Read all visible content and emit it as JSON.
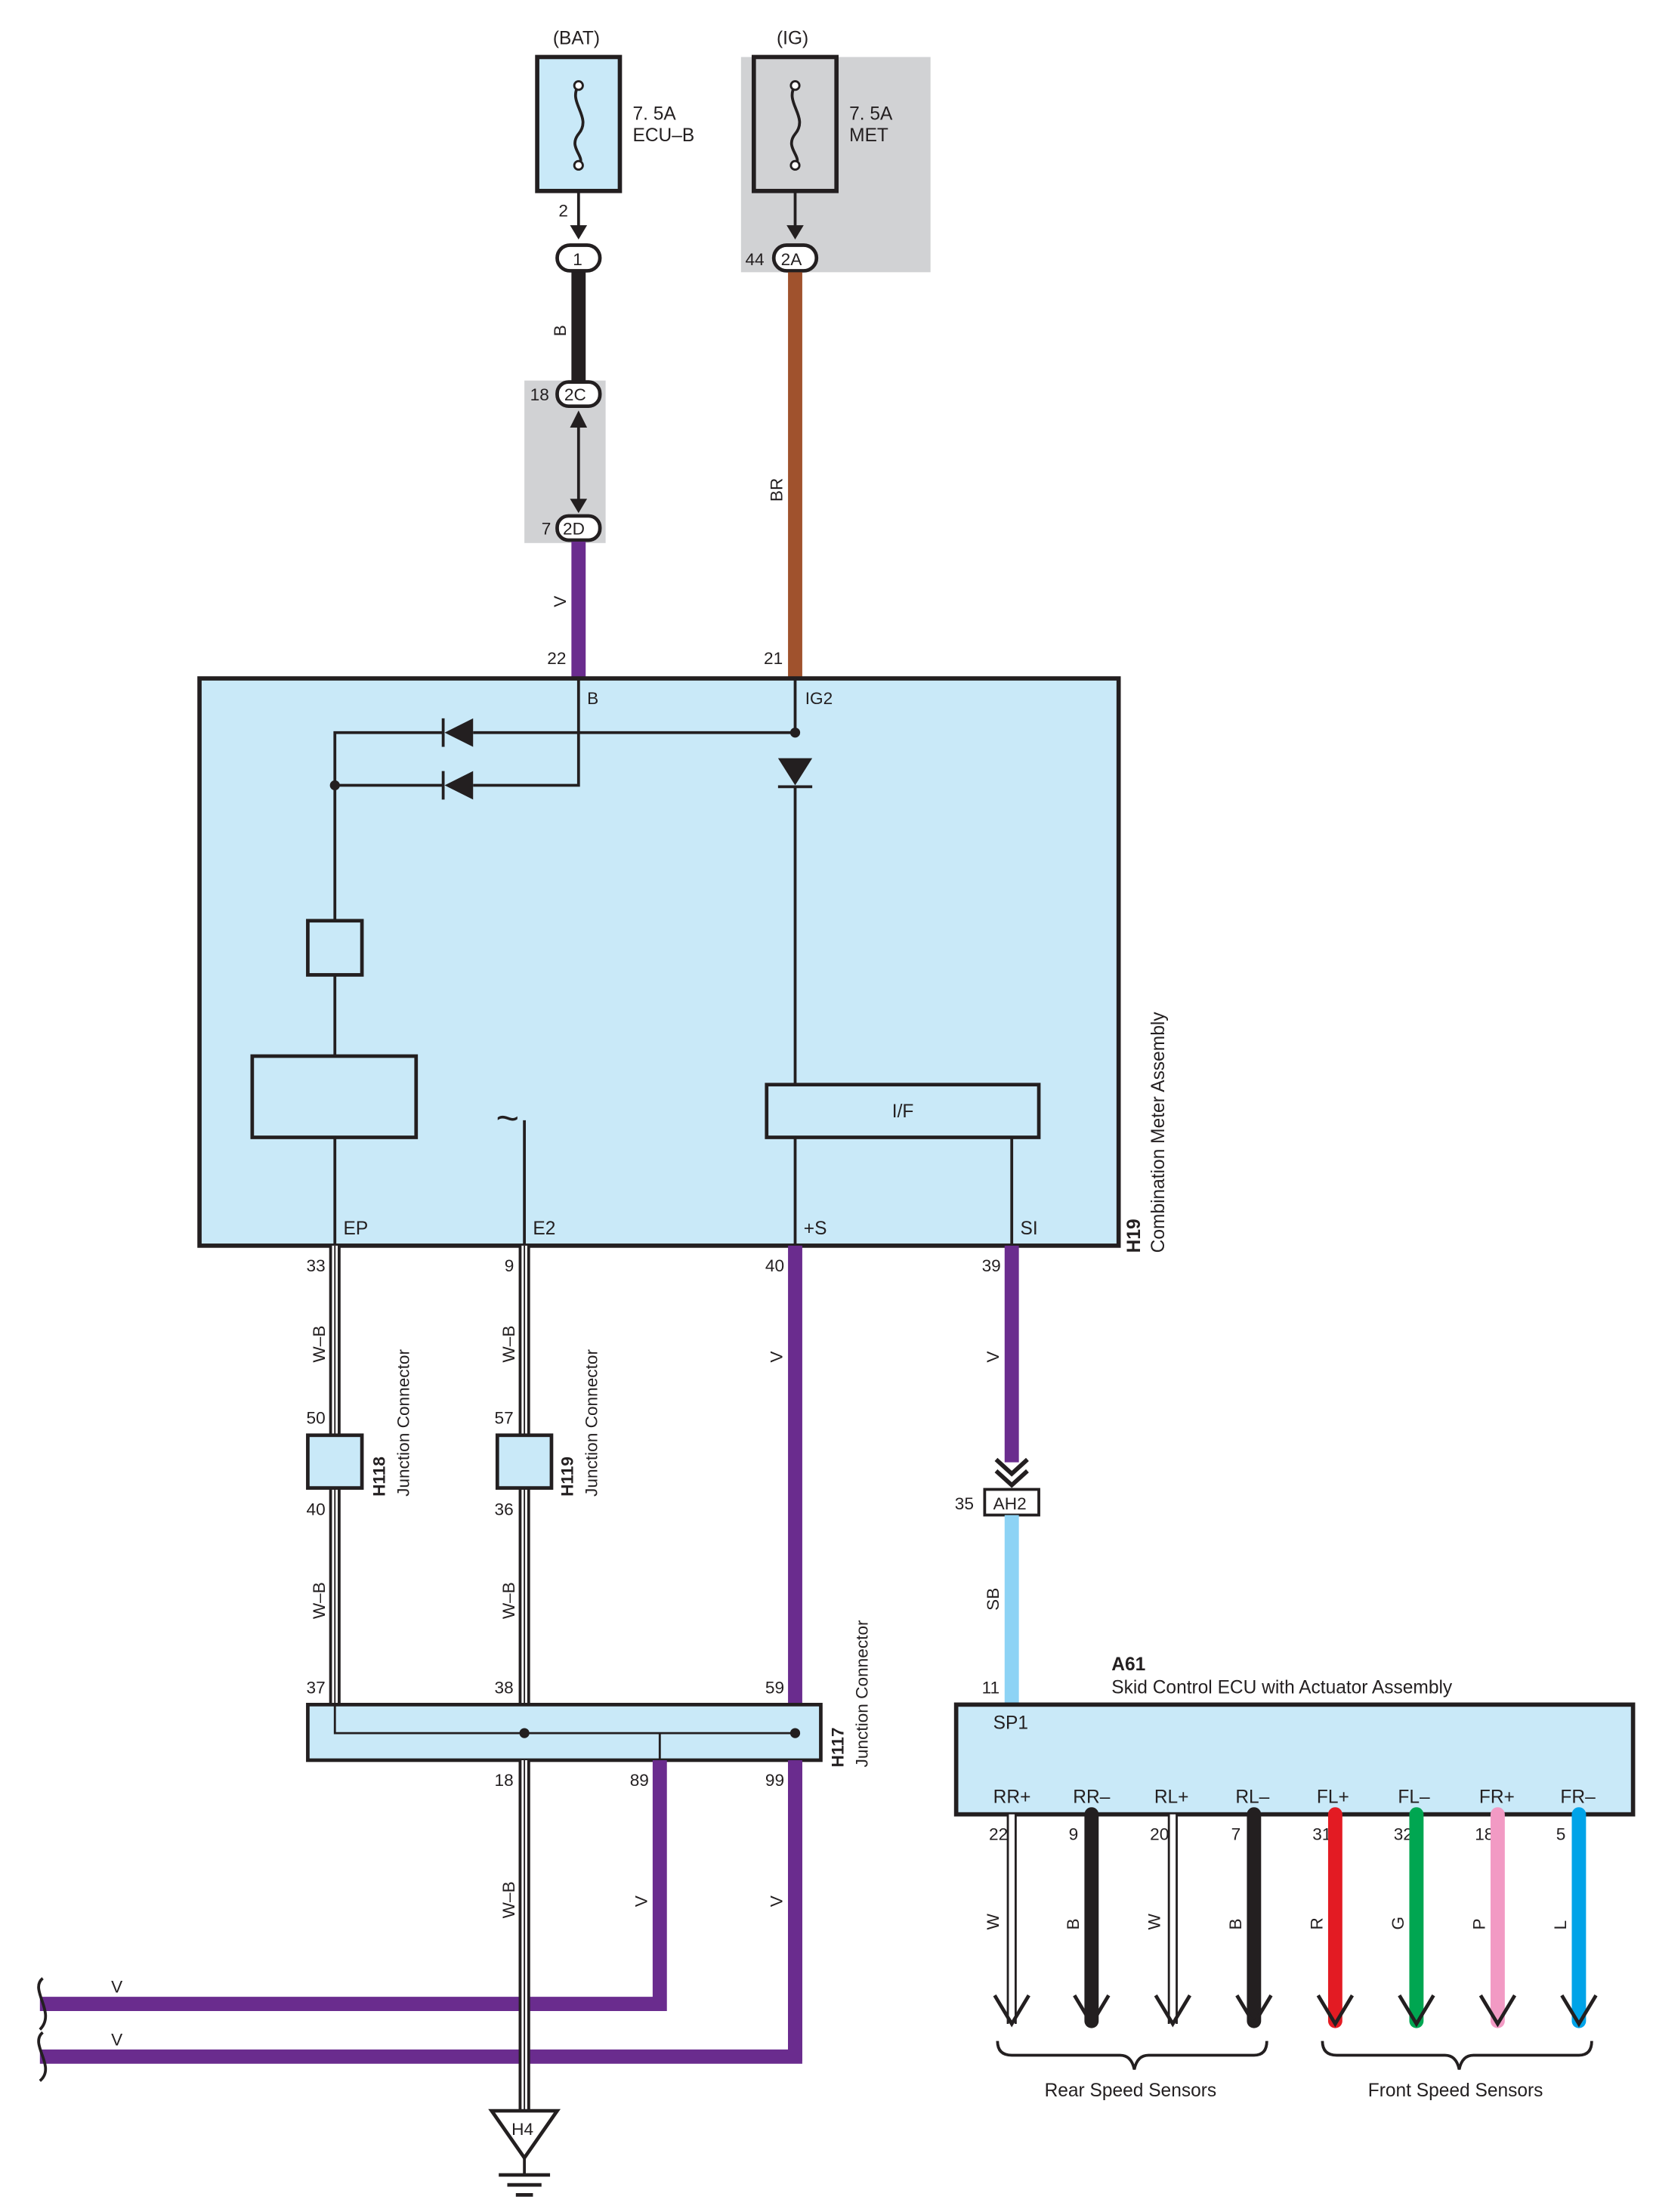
{
  "colors": {
    "module_fill": "#c9e9f8",
    "gray_box": "#d1d2d4",
    "wire_B": "#231f20",
    "wire_V": "#6a2c8e",
    "wire_BR": "#a0522d",
    "wire_SB": "#8dd3f5",
    "wire_R": "#e31b23",
    "wire_G": "#00a651",
    "wire_P": "#f29ac4",
    "wire_L": "#00a3e8",
    "wire_W": "#ffffff"
  },
  "fuses": {
    "bat": {
      "source": "(BAT)",
      "rating": "7. 5A",
      "name": "ECU–B",
      "pin": "2"
    },
    "ig": {
      "source": "(IG)",
      "rating": "7. 5A",
      "name": "MET",
      "pin": "44",
      "connector": "2A"
    }
  },
  "connectors": {
    "c1": "1",
    "c2c": {
      "label": "2C",
      "pin": "18"
    },
    "c2d": {
      "label": "2D",
      "pin": "7"
    },
    "ah2": {
      "label": "AH2",
      "pin": "35"
    },
    "h4": "H4"
  },
  "wire_labels": {
    "b1": "B",
    "br": "BR",
    "v1": "V",
    "wb1": "W–B",
    "wb2": "W–B",
    "v2": "V",
    "v3": "V",
    "wb3": "W–B",
    "wb4": "W–B",
    "sb": "SB",
    "wb5": "W–B",
    "v4": "V",
    "v5": "V",
    "v6": "V",
    "v7": "V"
  },
  "combination_meter": {
    "code": "H19",
    "name": "Combination Meter Assembly",
    "pin_b": "22",
    "term_b": "B",
    "pin_ig2": "21",
    "term_ig2": "IG2",
    "term_ep": "EP",
    "pin_ep": "33",
    "term_e2": "E2",
    "pin_e2": "9",
    "term_s": "+S",
    "pin_s": "40",
    "term_si": "SI",
    "pin_si": "39",
    "if_label": "I/F",
    "tilde": "~"
  },
  "junction_h118": {
    "code": "H118",
    "name": "Junction Connector",
    "pin_in": "50",
    "pin_out": "40"
  },
  "junction_h119": {
    "code": "H119",
    "name": "Junction Connector",
    "pin_in": "57",
    "pin_out": "36"
  },
  "junction_h117": {
    "code": "H117",
    "name": "Junction Connector",
    "pin_37": "37",
    "pin_38": "38",
    "pin_59": "59",
    "pin_18": "18",
    "pin_89": "89",
    "pin_99": "99"
  },
  "skid_ecu": {
    "code": "A61",
    "name": "Skid Control ECU with Actuator Assembly",
    "pin_sp1": "11",
    "term_sp1": "SP1",
    "terminals": [
      {
        "term": "RR+",
        "pin": "22",
        "wire": "W"
      },
      {
        "term": "RR–",
        "pin": "9",
        "wire": "B"
      },
      {
        "term": "RL+",
        "pin": "20",
        "wire": "W"
      },
      {
        "term": "RL–",
        "pin": "7",
        "wire": "B"
      },
      {
        "term": "FL+",
        "pin": "31",
        "wire": "R"
      },
      {
        "term": "FL–",
        "pin": "32",
        "wire": "G"
      },
      {
        "term": "FR+",
        "pin": "18",
        "wire": "P"
      },
      {
        "term": "FR–",
        "pin": "5",
        "wire": "L"
      }
    ]
  },
  "groups": {
    "rear": "Rear Speed Sensors",
    "front": "Front Speed Sensors"
  }
}
